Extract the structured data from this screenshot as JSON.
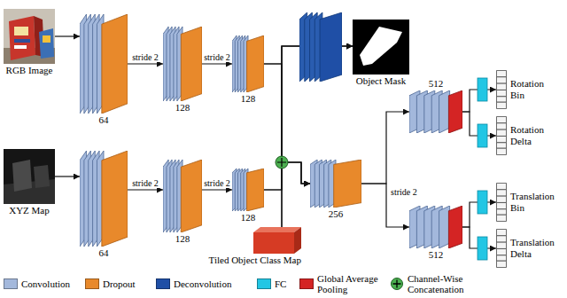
{
  "diagram": {
    "nodes": [
      {
        "text": [
          "RGB Image"
        ]
      },
      {
        "text": [
          "XYZ Map"
        ]
      },
      {
        "text": [
          "64"
        ]
      },
      {
        "text": [
          "128"
        ]
      },
      {
        "text": [
          "128"
        ]
      },
      {
        "text": [
          "64"
        ]
      },
      {
        "text": [
          "128"
        ]
      },
      {
        "text": [
          "128"
        ]
      },
      {
        "text": [
          "Tiled Object Class Map"
        ]
      },
      {
        "text": [
          "Object Mask"
        ]
      },
      {
        "text": [
          "256"
        ]
      },
      {
        "text": [
          "512"
        ]
      },
      {
        "text": [
          "512"
        ]
      },
      {
        "text": [
          "Rotation Bin"
        ]
      },
      {
        "text": [
          "Rotation Delta"
        ]
      },
      {
        "text": [
          "Translation Bin"
        ]
      },
      {
        "text": [
          "Translation Delta"
        ]
      }
    ],
    "edges": [
      {
        "from": 0,
        "to": 2,
        "arrow": "to"
      },
      {
        "from": 2,
        "to": 3,
        "label": "stride 2",
        "arrow": "to"
      },
      {
        "from": 3,
        "to": 4,
        "label": "stride 2",
        "arrow": "to"
      },
      {
        "from": 1,
        "to": 5,
        "arrow": "to"
      },
      {
        "from": 5,
        "to": 6,
        "label": "stride 2",
        "arrow": "to"
      },
      {
        "from": 6,
        "to": 7,
        "label": "stride 2",
        "arrow": "to"
      },
      {
        "from": 4,
        "to": 9,
        "arrow": "to"
      },
      {
        "from": 7,
        "to": 9,
        "arrow": "to"
      },
      {
        "from": 8,
        "to": 9,
        "arrow": "to"
      },
      {
        "from": 4,
        "to": 10,
        "arrow": "to"
      },
      {
        "from": 7,
        "to": 10,
        "arrow": "to"
      },
      {
        "from": 8,
        "to": 10,
        "arrow": "to"
      },
      {
        "from": 10,
        "to": 11,
        "label": "stride 2",
        "arrow": "to"
      },
      {
        "from": 10,
        "to": 12,
        "arrow": "to"
      },
      {
        "from": 11,
        "to": 13,
        "arrow": "to"
      },
      {
        "from": 11,
        "to": 14,
        "arrow": "to"
      },
      {
        "from": 12,
        "to": 15,
        "arrow": "to"
      },
      {
        "from": 12,
        "to": 16,
        "arrow": "to"
      }
    ],
    "legend": [
      {
        "text": "Convolution",
        "color": "#a3b8dc"
      },
      {
        "text": "Dropout",
        "color": "#e8892b"
      },
      {
        "text": "Deconvolution",
        "color": "#1f4fa6"
      },
      {
        "text": "FC",
        "color": "#22c6e4"
      },
      {
        "text": "Global Average Pooling",
        "color": "#d42424"
      },
      {
        "text": "Channel-Wise Concatenation"
      }
    ]
  }
}
